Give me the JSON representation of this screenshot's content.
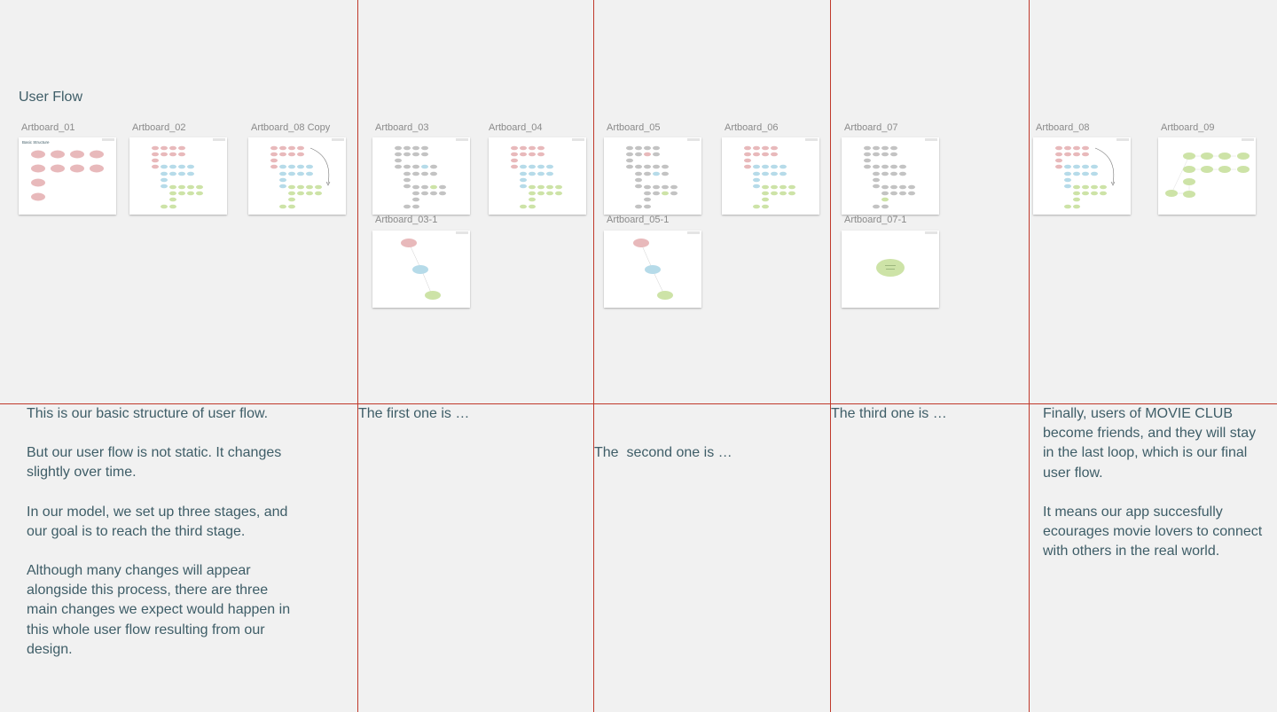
{
  "canvas": {
    "title": "User Flow",
    "accent_color": "#c0392b",
    "background_color": "#f1f1f1",
    "node_colors": {
      "red": "#e8b9bb",
      "blue": "#b6dbe9",
      "green": "#cde3a7",
      "gray": "#c3c3c3"
    }
  },
  "artboards": {
    "ab01": {
      "label": "Artboard_01",
      "inner_heading": "Basic Structure"
    },
    "ab02": {
      "label": "Artboard_02"
    },
    "ab08copy": {
      "label": "Artboard_08 Copy"
    },
    "ab03": {
      "label": "Artboard_03"
    },
    "ab04": {
      "label": "Artboard_04"
    },
    "ab03_1": {
      "label": "Artboard_03-1"
    },
    "ab05": {
      "label": "Artboard_05"
    },
    "ab06": {
      "label": "Artboard_06"
    },
    "ab05_1": {
      "label": "Artboard_05-1"
    },
    "ab07": {
      "label": "Artboard_07"
    },
    "ab07_1": {
      "label": "Artboard_07-1"
    },
    "ab08": {
      "label": "Artboard_08"
    },
    "ab09": {
      "label": "Artboard_09"
    }
  },
  "notes": {
    "col1": [
      "This is our basic structure of user flow.",
      "But our user flow is not static. It changes slightly over time.",
      "In our model, we set up three stages, and our goal is to reach the third stage.",
      "Although many changes will appear alongside this process, there are three main changes we expect would happen in this whole user flow resulting from our design."
    ],
    "col2": "The first one is …",
    "col3": "The  second one is …",
    "col4": "The third one is …",
    "col5": [
      "Finally, users of MOVIE CLUB become friends, and they will stay in the last loop, which is our final user flow.",
      "It means our app succesfully ecourages movie lovers to connect with others in the real world."
    ]
  }
}
